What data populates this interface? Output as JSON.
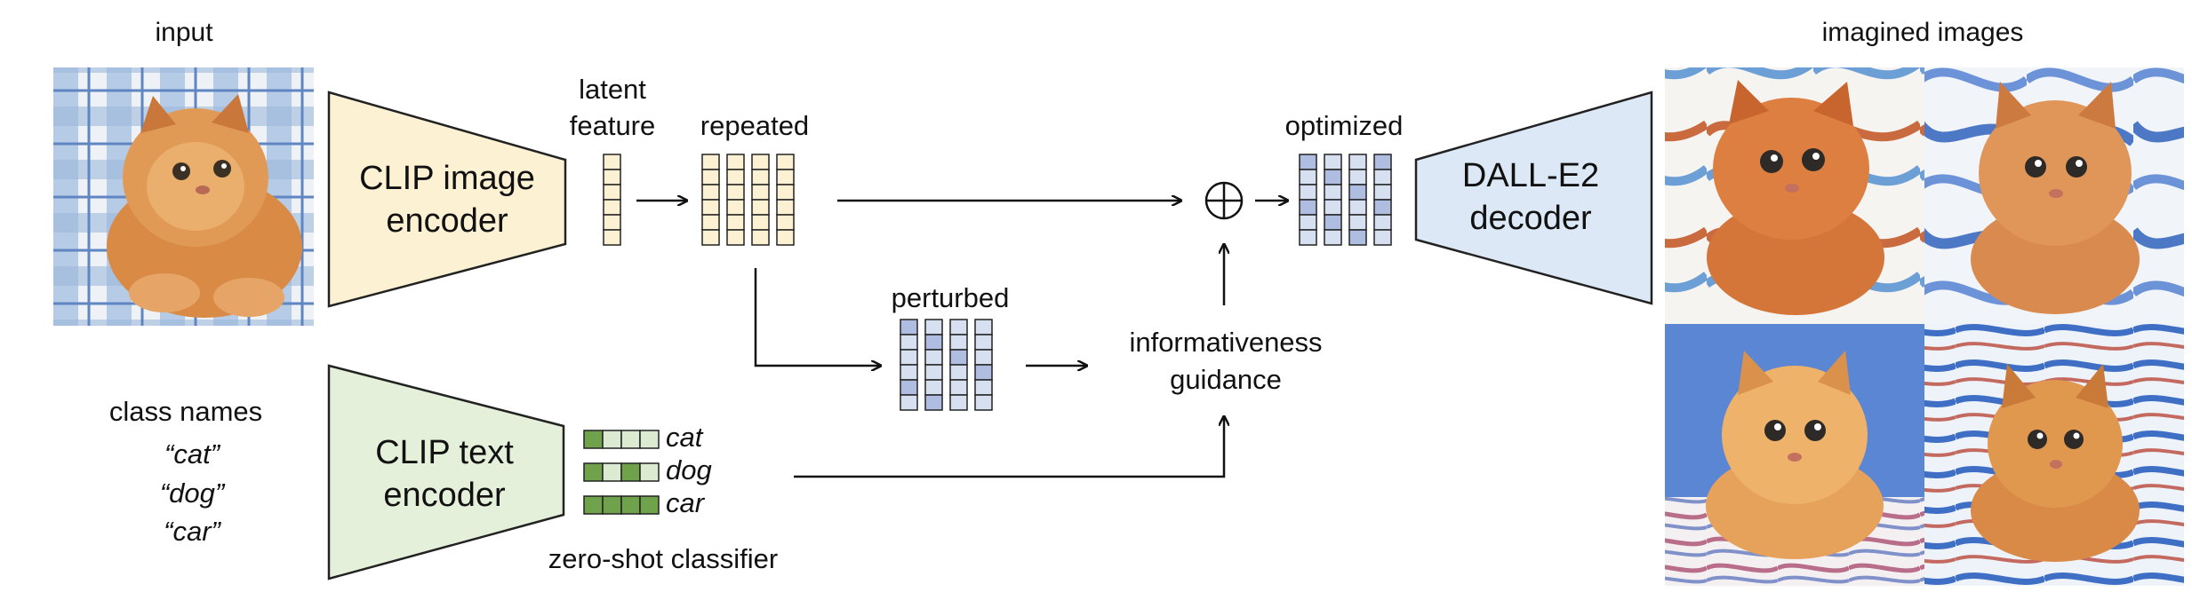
{
  "labels": {
    "input": "input",
    "latent_line1": "latent",
    "latent_line2": "feature",
    "repeated": "repeated",
    "optimized": "optimized",
    "perturbed": "perturbed",
    "guidance_line1": "informativeness",
    "guidance_line2": "guidance",
    "class_names": "class names",
    "zero_shot": "zero-shot classifier",
    "imagined": "imagined images",
    "oplus": "⊕"
  },
  "encoders": {
    "image_line1": "CLIP image",
    "image_line2": "encoder",
    "text_line1": "CLIP text",
    "text_line2": "encoder",
    "decoder_line1": "DALL-E2",
    "decoder_line2": "decoder"
  },
  "class_list": [
    "“cat”",
    "“dog”",
    "“car”"
  ],
  "classifier_rows": [
    {
      "label": "cat",
      "filled": [
        0
      ]
    },
    {
      "label": "dog",
      "filled": [
        0,
        2
      ]
    },
    {
      "label": "car",
      "filled": [
        0,
        1,
        2,
        3
      ]
    }
  ],
  "colors": {
    "image_encoder_fill": "#fdf1d3",
    "image_encoder_stroke": "#222222",
    "text_encoder_fill": "#e5f0da",
    "decoder_fill": "#dce8f5",
    "latent_cell": "#fdf1d3",
    "perturbed_cell": "#d6e0f1",
    "perturbed_dark": "#aebde0",
    "classifier_light": "#dbead0",
    "classifier_dark": "#6fa24a",
    "cat_fur": "#d98a45",
    "cat_fur_light": "#efb877",
    "cat_bg_blue": "#9db9db",
    "cat_bg_white": "#eef2f7"
  }
}
